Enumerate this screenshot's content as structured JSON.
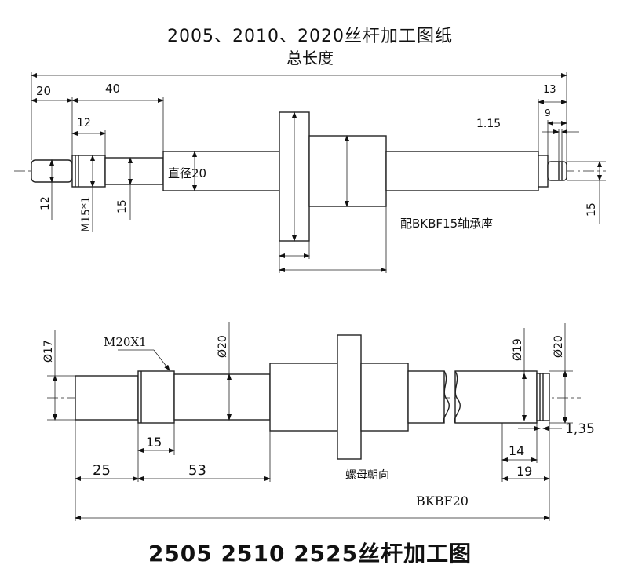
{
  "titles": {
    "top": "2005、2010、2020丝杆加工图纸",
    "subtitle": "总长度",
    "bottom": "2505  2510    2525丝杆加工图"
  },
  "drawing1": {
    "dim_20": "20",
    "dim_40": "40",
    "dim_12_top": "12",
    "dim_13": "13",
    "dim_9": "9",
    "dim_1_15": "1.15",
    "dim_12_left": "12",
    "dim_m15": "M15*1",
    "dim_15_left": "15",
    "dim_15_right": "15",
    "diameter_note": "直径20",
    "bearing_note": "配BKBF15轴承座"
  },
  "drawing2": {
    "phi17": "Ø17",
    "thread": "M20X1",
    "phi20_left": "Ø20",
    "dim_15": "15",
    "dim_25": "25",
    "dim_53": "53",
    "nut_direction": "螺母朝向",
    "phi19": "Ø19",
    "phi20_right": "Ø20",
    "dim_1_35": "1,35",
    "dim_14": "14",
    "dim_19": "19",
    "bearing": "BKBF20"
  }
}
